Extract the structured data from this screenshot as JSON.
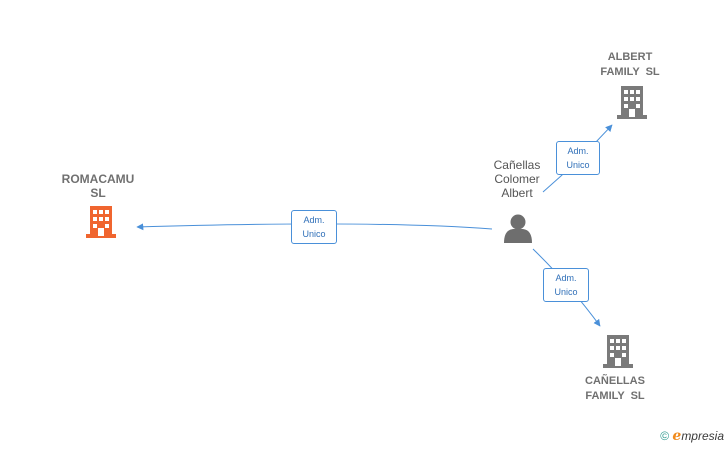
{
  "nodes": {
    "romacamu": {
      "name_line1": "ROMACAMU",
      "name_line2": "SL",
      "icon": "building-icon",
      "color": "#f0652f"
    },
    "albert_family": {
      "name_line1": "ALBERT",
      "name_line2": "FAMILY  SL",
      "icon": "building-icon",
      "color": "#7a7a7a"
    },
    "canellas_family": {
      "name_line1": "CAÑELLAS",
      "name_line2": "FAMILY  SL",
      "icon": "building-icon",
      "color": "#7a7a7a"
    },
    "person": {
      "name_line1": "Cañellas",
      "name_line2": "Colomer",
      "name_line3": "Albert",
      "icon": "person-icon",
      "color": "#6e6e6e"
    }
  },
  "edges": {
    "to_romacamu": {
      "line1": "Adm.",
      "line2": "Unico"
    },
    "to_albert_family": {
      "line1": "Adm.",
      "line2": "Unico"
    },
    "to_canellas_family": {
      "line1": "Adm.",
      "line2": "Unico"
    }
  },
  "colors": {
    "edge": "#4a90d9"
  },
  "watermark": {
    "symbol": "©",
    "brand_initial": "e",
    "brand_rest": "mpresia"
  }
}
